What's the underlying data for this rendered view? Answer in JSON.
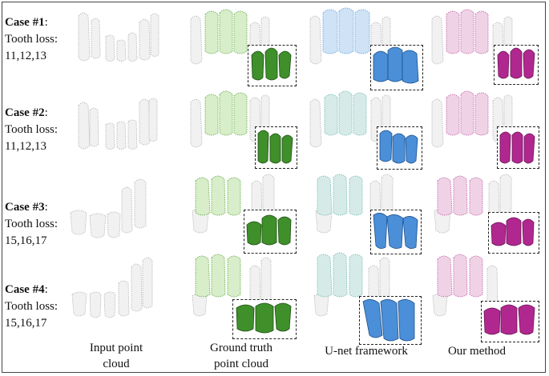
{
  "rows": [
    {
      "case": "Case #1",
      "loss_label": "Tooth loss:",
      "teeth": "11,12,13",
      "colon": ":"
    },
    {
      "case": "Case #2",
      "loss_label": "Tooth loss:",
      "teeth": "11,12,13",
      "colon": ":"
    },
    {
      "case": "Case #3",
      "loss_label": "Tooth loss:",
      "teeth": "15,16,17",
      "colon": ":"
    },
    {
      "case": "Case #4",
      "loss_label": "Tooth loss:",
      "teeth": "15,16,17",
      "colon": ":"
    }
  ],
  "captions": {
    "input_line1": "Input point",
    "input_line2": "cloud",
    "gt_line1": "Ground truth",
    "gt_line2": "point cloud",
    "unet": "U-net framework",
    "ours": "Our method"
  },
  "colors": {
    "ground_truth": "#3f8f2a",
    "unet": "#4a8fd8",
    "ours": "#b0288f",
    "point_cloud": "#bdbdbd"
  }
}
